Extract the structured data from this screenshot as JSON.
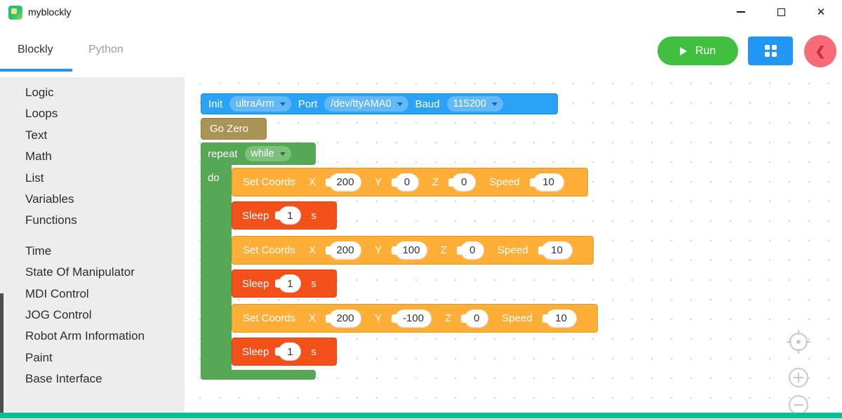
{
  "window": {
    "title": "myblockly"
  },
  "icons": {
    "close": "✕",
    "back_chevron": "❮"
  },
  "header": {
    "tabs": [
      {
        "label": "Blockly"
      },
      {
        "label": "Python"
      }
    ],
    "run_label": "Run"
  },
  "sidebar": {
    "group1": [
      "Logic",
      "Loops",
      "Text",
      "Math",
      "List",
      "Variables",
      "Functions"
    ],
    "group2": [
      "Time",
      "State Of Manipulator",
      "MDI Control",
      "JOG Control",
      "Robot Arm Information",
      "Paint",
      "Base Interface"
    ]
  },
  "blocks": {
    "init": {
      "label": "Init",
      "device": "ultraArm",
      "port_label": "Port",
      "port": "/dev/ttyAMA0",
      "baud_label": "Baud",
      "baud": "115200"
    },
    "go_zero": {
      "label": "Go Zero"
    },
    "repeat": {
      "label": "repeat",
      "mode": "while",
      "do_label": "do"
    },
    "coords1": {
      "label": "Set Coords",
      "x_label": "X",
      "x": "200",
      "y_label": "Y",
      "y": "0",
      "z_label": "Z",
      "z": "0",
      "speed_label": "Speed",
      "speed": "10"
    },
    "sleep1": {
      "label": "Sleep",
      "value": "1",
      "unit": "s"
    },
    "coords2": {
      "label": "Set Coords",
      "x_label": "X",
      "x": "200",
      "y_label": "Y",
      "y": "100",
      "z_label": "Z",
      "z": "0",
      "speed_label": "Speed",
      "speed": "10"
    },
    "sleep2": {
      "label": "Sleep",
      "value": "1",
      "unit": "s"
    },
    "coords3": {
      "label": "Set Coords",
      "x_label": "X",
      "x": "200",
      "y_label": "Y",
      "y": "-100",
      "z_label": "Z",
      "z": "0",
      "speed_label": "Speed",
      "speed": "10"
    },
    "sleep3": {
      "label": "Sleep",
      "value": "1",
      "unit": "s"
    }
  },
  "colors": {
    "accent_blue": "#2196f3",
    "run_green": "#41bf41",
    "back_pink": "#fa6b78",
    "block_blue": "#2aa3f7",
    "block_olive": "#aa9455",
    "block_green": "#55a755",
    "block_amber": "#ffaf38",
    "block_red": "#f4501a",
    "status_bar": "#00c29a"
  }
}
